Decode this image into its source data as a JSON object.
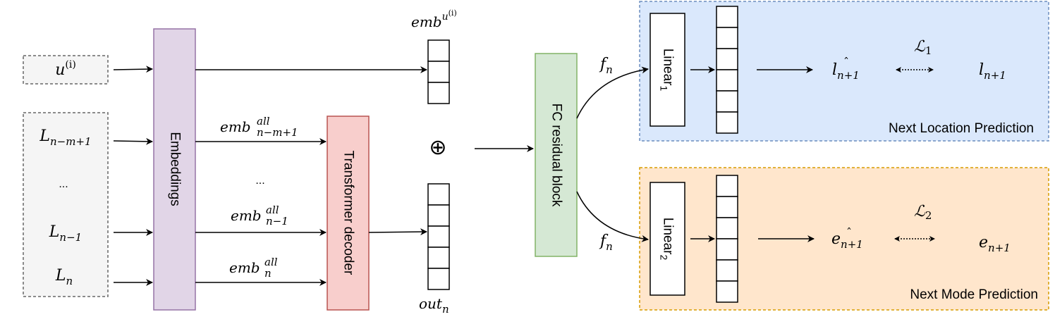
{
  "inputs": {
    "user": {
      "base": "u",
      "sup": "(i)"
    },
    "loc_first": {
      "base": "L",
      "sub": "n−m+1"
    },
    "loc_dots": "...",
    "loc_prev": {
      "base": "L",
      "sub": "n−1"
    },
    "loc_last": {
      "base": "L",
      "sub": "n"
    }
  },
  "embeddings_label": "Embeddings",
  "edges": {
    "emb_first": {
      "base": "emb",
      "sup": "all",
      "sub": "n−m+1"
    },
    "emb_dots": "...",
    "emb_prev": {
      "base": "emb",
      "sup": "all",
      "sub": "n−1"
    },
    "emb_last": {
      "base": "emb",
      "sup": "all",
      "sub": "n"
    }
  },
  "transformer_label": "Transformer decoder",
  "user_vector_label": {
    "base": "emb",
    "sup": "u",
    "supsup": "(i)"
  },
  "out_vector_label": {
    "base": "out",
    "sub": "n"
  },
  "concat_symbol": "⊕",
  "fc_block_label": "FC residual block",
  "branch_label": {
    "base": "f",
    "sub": "n"
  },
  "location_panel": {
    "title": "Next Location Prediction",
    "linear_label": {
      "base": "Linear",
      "sub": "1"
    },
    "pred": {
      "base": "l",
      "sub": "n+1",
      "hat": "ˆ"
    },
    "target": {
      "base": "l",
      "sub": "n+1"
    },
    "loss": {
      "base": "ℒ",
      "sub": "1"
    }
  },
  "mode_panel": {
    "title": "Next Mode Prediction",
    "linear_label": {
      "base": "Linear",
      "sub": "2"
    },
    "pred": {
      "base": "e",
      "sub": "n+1",
      "hat": "ˆ"
    },
    "target": {
      "base": "e",
      "sub": "n+1"
    },
    "loss": {
      "base": "ℒ",
      "sub": "2"
    }
  },
  "colors": {
    "embeddings_fill": "#e1d5e7",
    "embeddings_stroke": "#9673a6",
    "transformer_fill": "#f8cecc",
    "transformer_stroke": "#b85450",
    "fc_fill": "#d5e8d4",
    "fc_stroke": "#82b366",
    "location_fill": "#dae8fc",
    "location_stroke": "#6c8ebf",
    "mode_fill": "#ffe6cc",
    "mode_stroke": "#d79b00",
    "input_fill": "#f5f5f5",
    "input_stroke": "#666666"
  }
}
